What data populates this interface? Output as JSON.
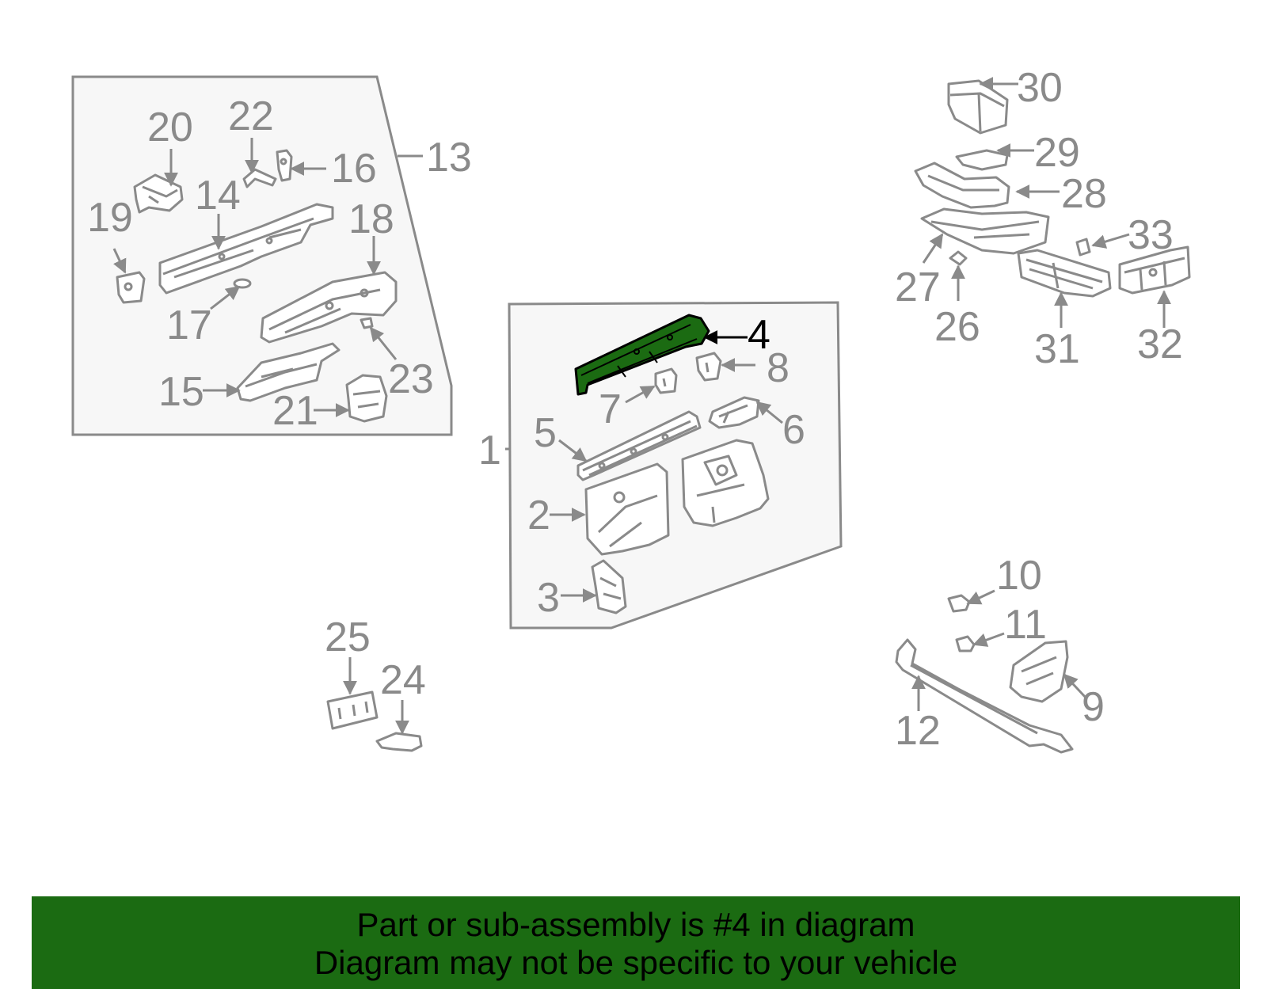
{
  "diagram": {
    "highlighted_part": "4",
    "colors": {
      "highlight": "#1b6b12",
      "line": "#8a8a8a",
      "panel_fill": "#f7f7f7",
      "banner": "#1b6b12"
    },
    "callouts": {
      "c1": "1",
      "c2": "2",
      "c3": "3",
      "c4": "4",
      "c5": "5",
      "c6": "6",
      "c7": "7",
      "c8": "8",
      "c9": "9",
      "c10": "10",
      "c11": "11",
      "c12": "12",
      "c13": "13",
      "c14": "14",
      "c15": "15",
      "c16": "16",
      "c17": "17",
      "c18": "18",
      "c19": "19",
      "c20": "20",
      "c21": "21",
      "c22": "22",
      "c23": "23",
      "c24": "24",
      "c25": "25",
      "c26": "26",
      "c27": "27",
      "c28": "28",
      "c29": "29",
      "c30": "30",
      "c31": "31",
      "c32": "32",
      "c33": "33"
    }
  },
  "banner": {
    "line1": "Part or sub-assembly is #4 in diagram",
    "line2": "Diagram may not be specific to your vehicle"
  }
}
